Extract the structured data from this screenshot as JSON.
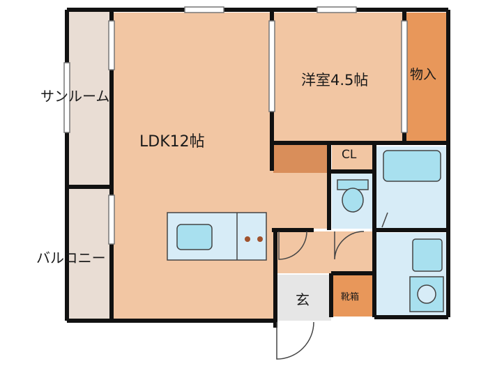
{
  "rooms": {
    "sunroom": "サンルーム",
    "balcony": "バルコニー",
    "ldk": "LDK12帖",
    "western_room": "洋室4.5帖",
    "storage": "物入",
    "closet": "CL",
    "entrance": "玄",
    "shoe_box": "靴箱"
  },
  "colors": {
    "room_floor": "#f2c6a3",
    "storage": "#e8975a",
    "outdoor": "#e9ddd4",
    "wet_area": "#d7ecf7",
    "fixture": "#a8e0ef",
    "entry": "#e6e6e6",
    "wall": "#111111"
  }
}
